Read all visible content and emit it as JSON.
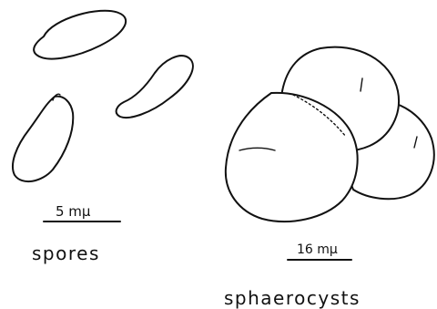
{
  "figure": {
    "spores": {
      "scale_label": "5 mμ",
      "caption": "spores",
      "count": 3
    },
    "sphaerocysts": {
      "scale_label": "16 mμ",
      "caption": "sphaerocysts",
      "count": 3
    }
  }
}
